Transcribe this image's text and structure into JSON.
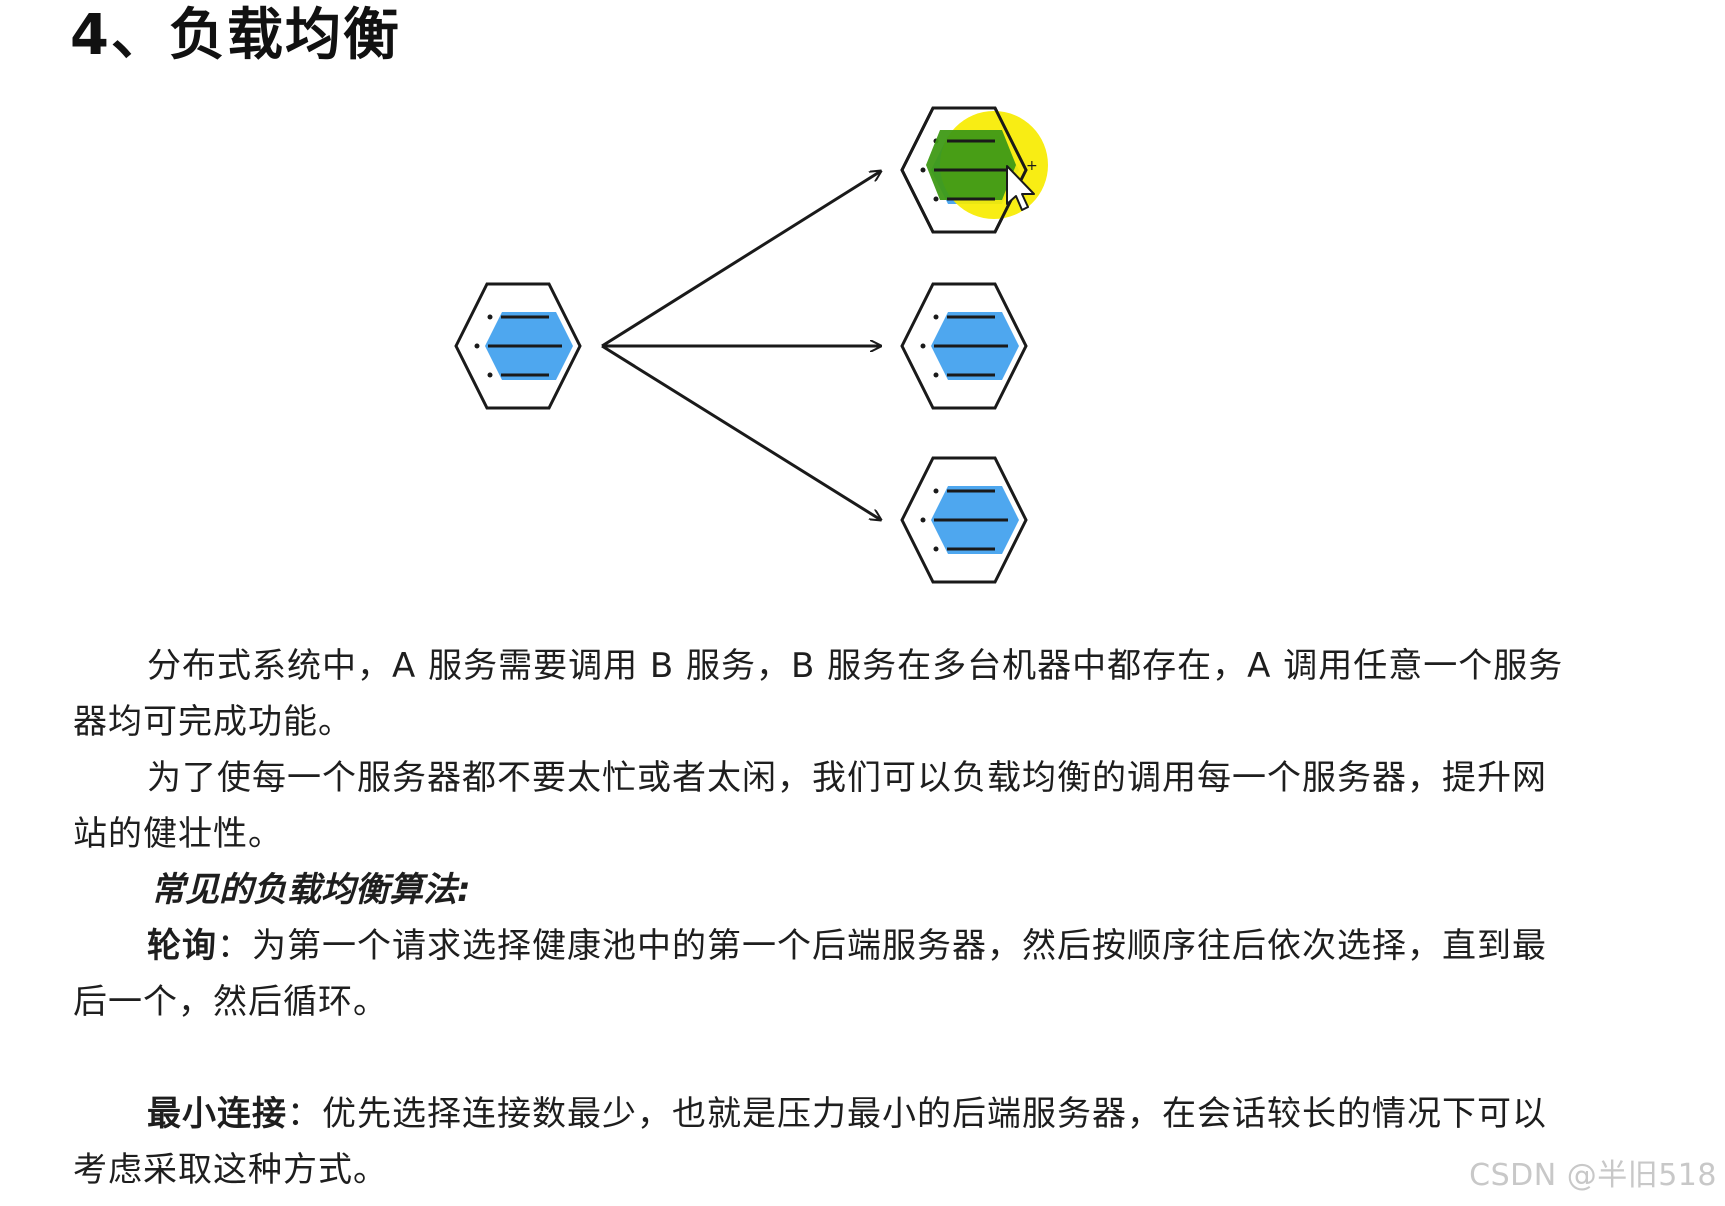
{
  "title": "4、负载均衡",
  "diagram": {
    "colors": {
      "server_fill": "#4ea7ef",
      "highlight_green": "#3f9a16",
      "highlight_yellow": "#f7ec00",
      "outline": "#1a1a1a"
    },
    "icons": [
      "server-icon",
      "arrow-icon",
      "mouse-cursor-icon"
    ]
  },
  "body": {
    "p1": "分布式系统中，A 服务需要调用 B 服务，B 服务在多台机器中都存在，A 调用任意一个服务器均可完成功能。",
    "p2": "为了使每一个服务器都不要太忙或者太闲，我们可以负载均衡的调用每一个服务器，提升网站的健壮性。",
    "algorithms_heading": "常见的负载均衡算法:",
    "round_robin": {
      "term": "轮询",
      "text": "：为第一个请求选择健康池中的第一个后端服务器，然后按顺序往后依次选择，直到最后一个，然后循环。"
    },
    "least_conn": {
      "term": "最小连接",
      "text": "：优先选择连接数最少，也就是压力最小的后端服务器，在会话较长的情况下可以考虑采取这种方式。"
    }
  },
  "watermark": "CSDN @半旧518"
}
